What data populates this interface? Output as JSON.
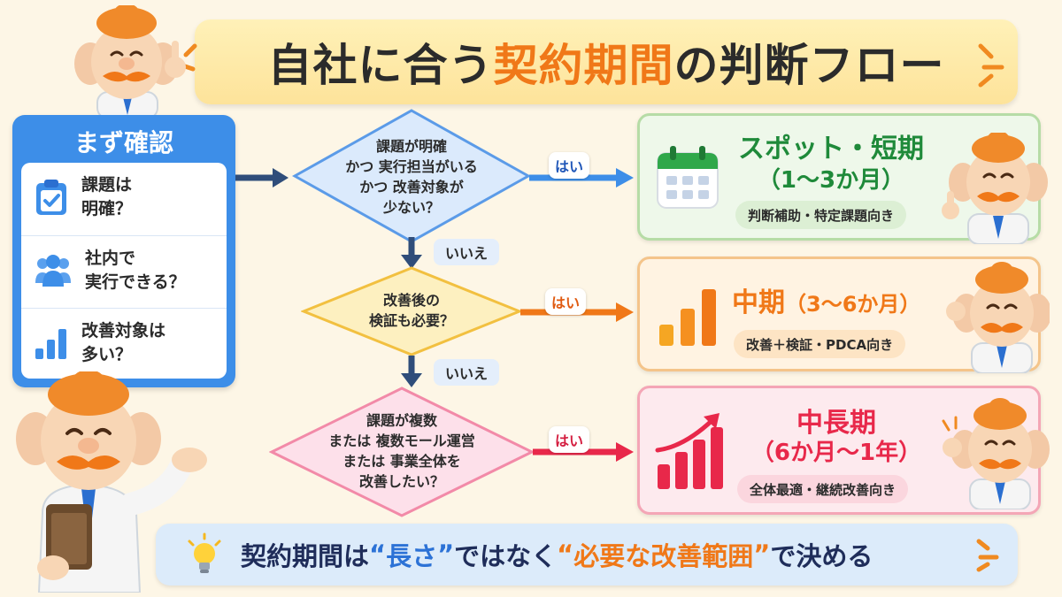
{
  "colors": {
    "background": "#fdf6e6",
    "title_highlight": "#f07818",
    "panel_blue": "#3d8ee8",
    "q1": "#dbeafc",
    "q2": "#fdf0c0",
    "q3": "#fde0ea",
    "short_accent": "#1f8a3a",
    "mid_accent": "#f07818",
    "long_accent": "#e8284a"
  },
  "title": {
    "pre": "自社に合う",
    "highlight": "契約期間",
    "post": "の判断フロー"
  },
  "check_panel": {
    "heading": "まず確認",
    "items": [
      {
        "icon": "clipboard-check-icon",
        "label": "課題は\n明確？"
      },
      {
        "icon": "people-group-icon",
        "label": "社内で\n実行できる？"
      },
      {
        "icon": "bar-chart-icon",
        "label": "改善対象は\n多い？"
      }
    ]
  },
  "flow": {
    "questions": [
      {
        "text": "課題が明確\nかつ 実行担当がいる\nかつ 改善対象が\n少ない？",
        "yes": "はい",
        "no": "いいえ"
      },
      {
        "text": "改善後の\n検証も必要？",
        "yes": "はい",
        "no": "いいえ"
      },
      {
        "text": "課題が複数\nまたは 複数モール運営\nまたは 事業全体を\n改善したい？",
        "yes": "はい"
      }
    ]
  },
  "results": [
    {
      "icon": "calendar-icon",
      "title": "スポット・短期",
      "period": "（1～3か月）",
      "note": "判断補助・特定課題向き"
    },
    {
      "icon": "rising-bars-icon",
      "title": "中期",
      "period": "（3～6か月）",
      "note": "改善＋検証・PDCA向き"
    },
    {
      "icon": "growth-chart-icon",
      "title": "中長期",
      "period": "（6か月～1年）",
      "note": "全体最適・継続改善向き"
    }
  ],
  "banner": {
    "icon": "lightbulb-icon",
    "part1": "契約期間は",
    "quote1": "長さ",
    "part2": "ではなく",
    "quote2": "必要な改善範囲",
    "part3": "で決める"
  }
}
